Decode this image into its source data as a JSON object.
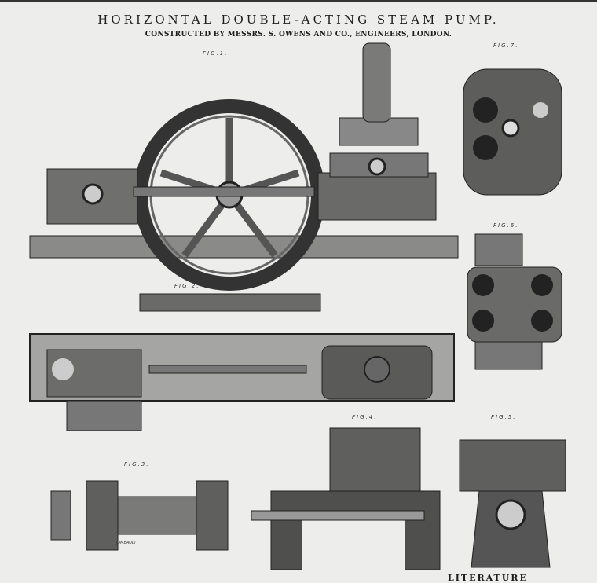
{
  "header": {
    "title": "HORIZONTAL DOUBLE-ACTING STEAM PUMP.",
    "subtitle": "CONSTRUCTED BY MESSRS. S. OWENS AND CO., ENGINEERS, LONDON."
  },
  "figures": {
    "fig1": "FIG.1.",
    "fig2": "FIG.2.",
    "fig3": "FIG.3.",
    "fig4": "FIG.4.",
    "fig5": "FIG.5.",
    "fig6": "FIG.6.",
    "fig7": "FIG.7."
  },
  "engraver_signature": "JUMBAULT",
  "footer": {
    "section_heading": "LITERATURE"
  }
}
